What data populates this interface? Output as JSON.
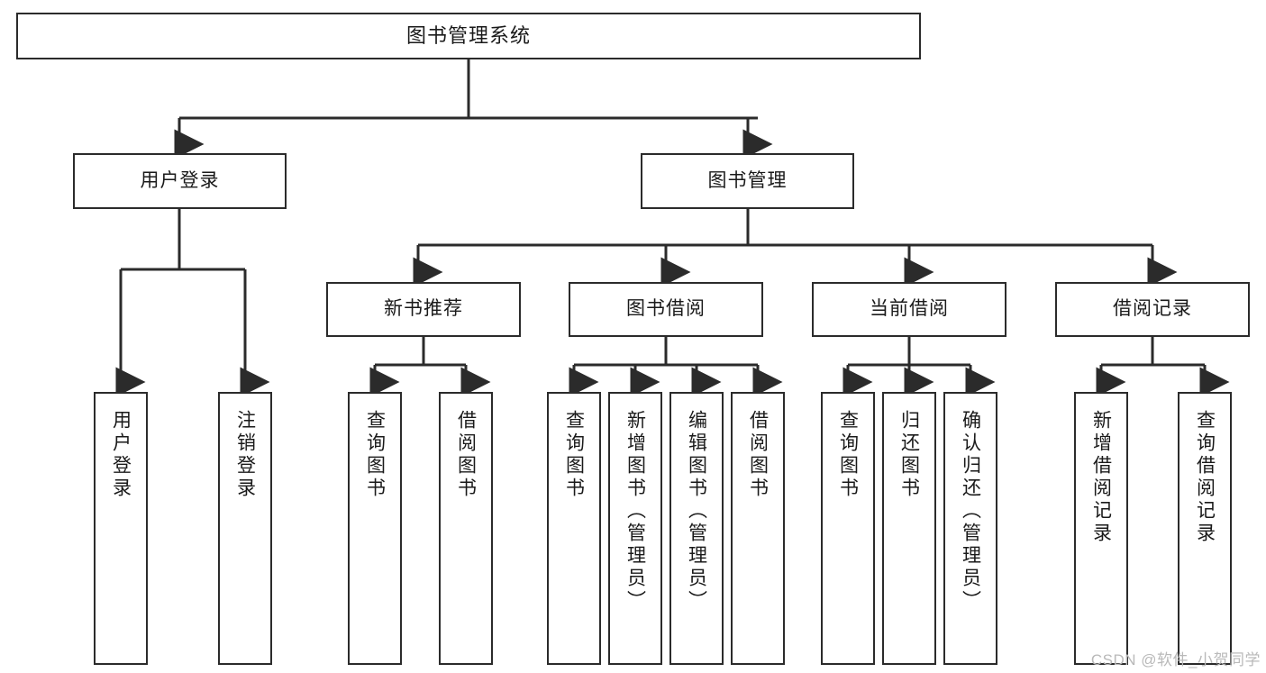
{
  "diagram": {
    "kind": "hierarchy-tree",
    "title_node": {
      "label": "图书管理系统"
    },
    "level2": [
      {
        "id": "user-login",
        "label": "用户登录"
      },
      {
        "id": "book-manage",
        "label": "图书管理"
      }
    ],
    "level3": [
      {
        "id": "new-book-recommend",
        "label": "新书推荐"
      },
      {
        "id": "book-borrow",
        "label": "图书借阅"
      },
      {
        "id": "current-borrow",
        "label": "当前借阅"
      },
      {
        "id": "borrow-record",
        "label": "借阅记录"
      }
    ],
    "leaves": {
      "user_login": [
        {
          "id": "leaf-user-login",
          "label": "用户登录"
        },
        {
          "id": "leaf-logout",
          "label": "注销登录"
        }
      ],
      "new_book_recommend": [
        {
          "id": "leaf-query-book-1",
          "label": "查询图书"
        },
        {
          "id": "leaf-borrow-book-1",
          "label": "借阅图书"
        }
      ],
      "book_borrow": [
        {
          "id": "leaf-query-book-2",
          "label": "查询图书"
        },
        {
          "id": "leaf-add-book",
          "label": "新增图书（管理员）"
        },
        {
          "id": "leaf-edit-book",
          "label": "编辑图书（管理员）"
        },
        {
          "id": "leaf-borrow-book-2",
          "label": "借阅图书"
        }
      ],
      "current_borrow": [
        {
          "id": "leaf-query-book-3",
          "label": "查询图书"
        },
        {
          "id": "leaf-return-book",
          "label": "归还图书"
        },
        {
          "id": "leaf-confirm-return",
          "label": "确认归还（管理员）"
        }
      ],
      "borrow_record": [
        {
          "id": "leaf-add-record",
          "label": "新增借阅记录"
        },
        {
          "id": "leaf-query-record",
          "label": "查询借阅记录"
        }
      ]
    },
    "watermark": "CSDN @软件_小贺同学",
    "colors": {
      "stroke": "#2b2b2b",
      "fill": "#ffffff",
      "text": "#1a1a1a",
      "watermark": "#b9b9b9"
    }
  }
}
